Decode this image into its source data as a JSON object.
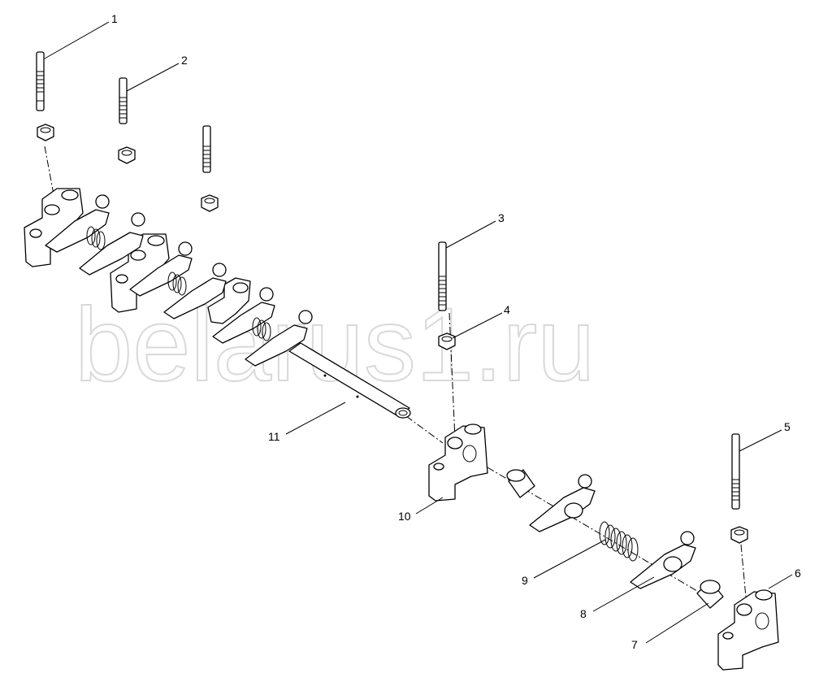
{
  "watermark": "belarus1.ru",
  "callouts": [
    "1",
    "2",
    "3",
    "4",
    "5",
    "6",
    "7",
    "8",
    "9",
    "10",
    "11"
  ]
}
